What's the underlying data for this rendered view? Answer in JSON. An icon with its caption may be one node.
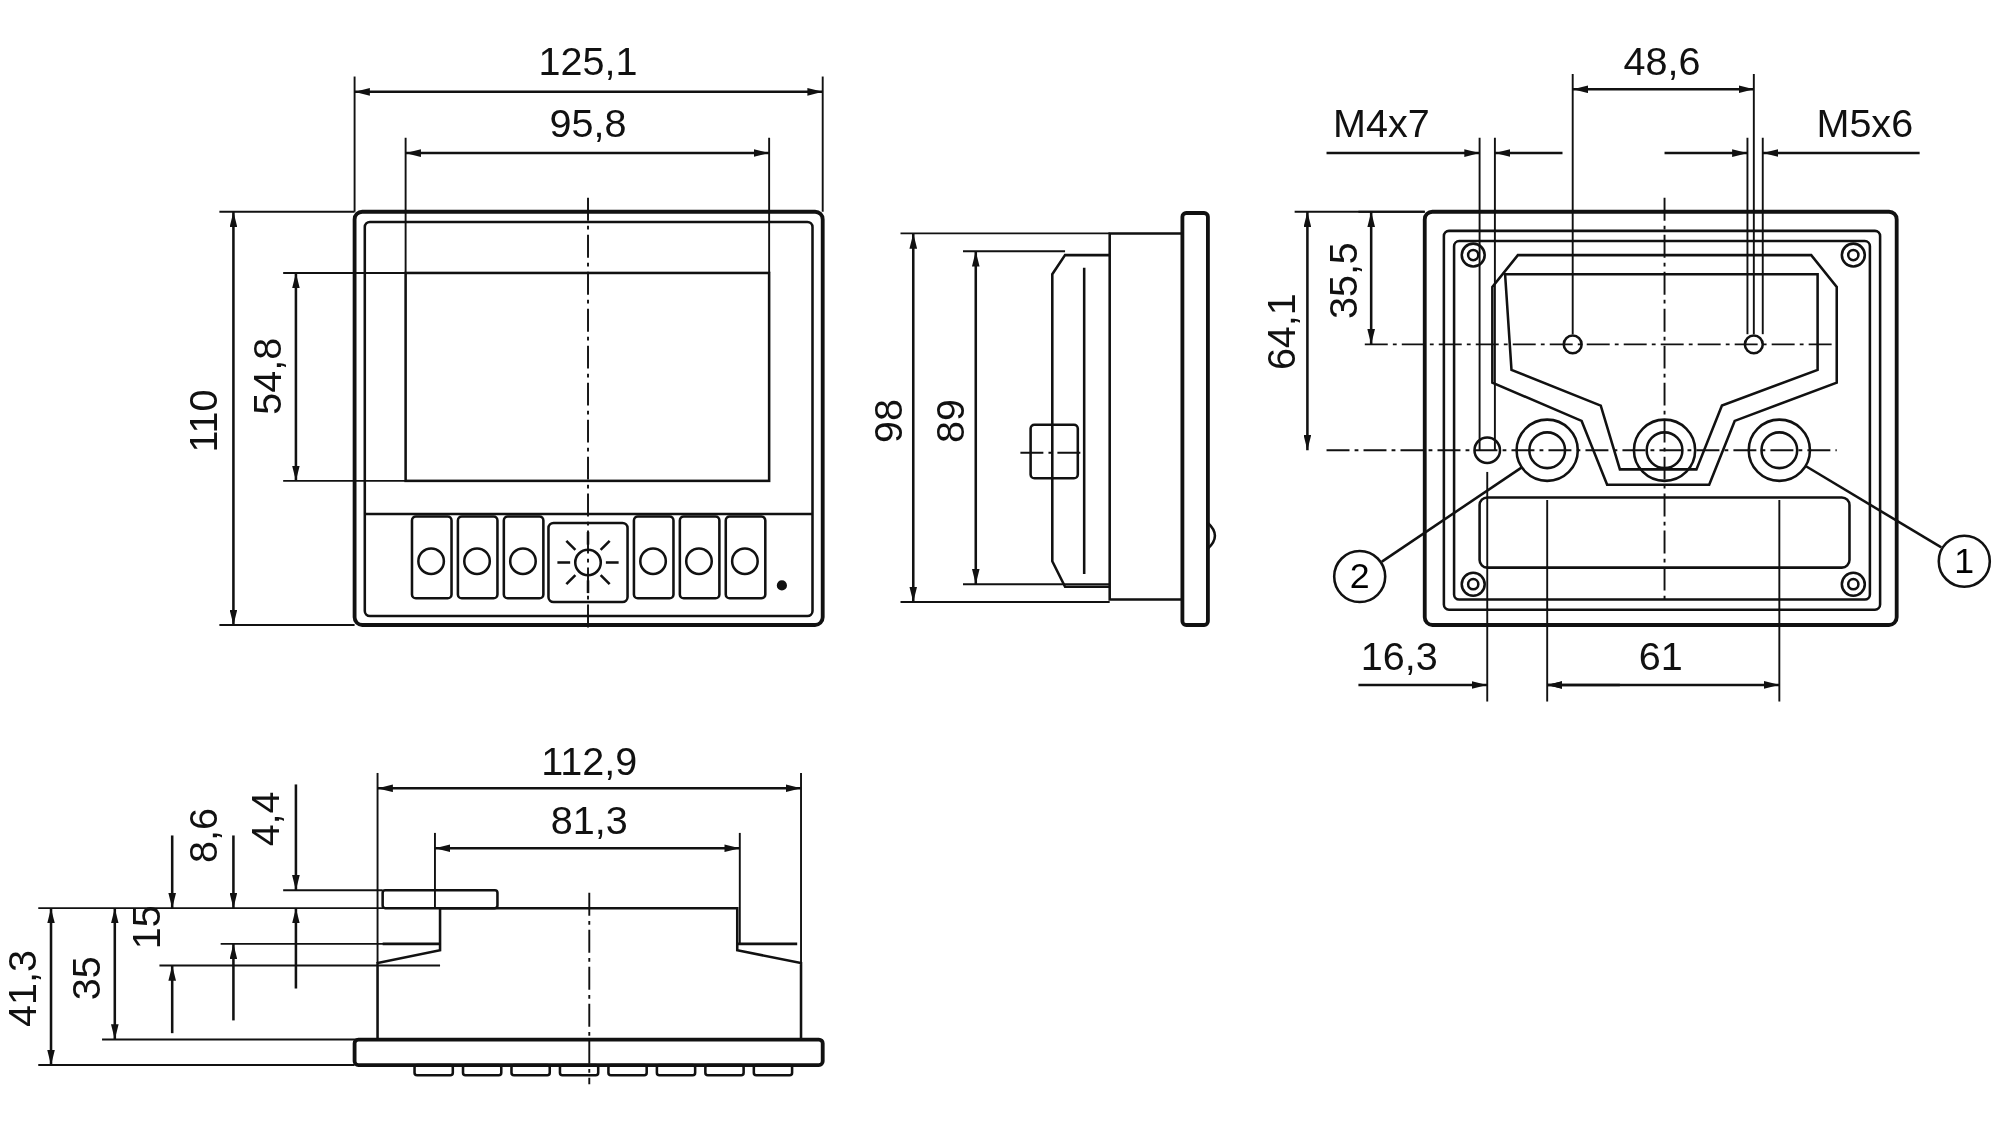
{
  "diagram": {
    "nodes": [
      {
        "text": [
          "2"
        ]
      },
      {
        "text": [
          "1"
        ]
      },
      {
        "text": [],
        "shape": "circle"
      },
      {
        "text": [],
        "shape": "circle"
      }
    ],
    "edges": [
      {
        "from": 0,
        "to": 2,
        "arrow": "none"
      },
      {
        "from": 1,
        "to": 3,
        "arrow": "none"
      }
    ],
    "labels": [
      "125,1",
      "48,6",
      "95,8",
      "M4x7",
      "M5x6",
      "35,5",
      "64,1",
      "110",
      "54,8",
      "98",
      "89",
      "16,3",
      "61",
      "112,9",
      "81,3",
      "8,6",
      "4,4",
      "15",
      "41,3",
      "35"
    ]
  }
}
